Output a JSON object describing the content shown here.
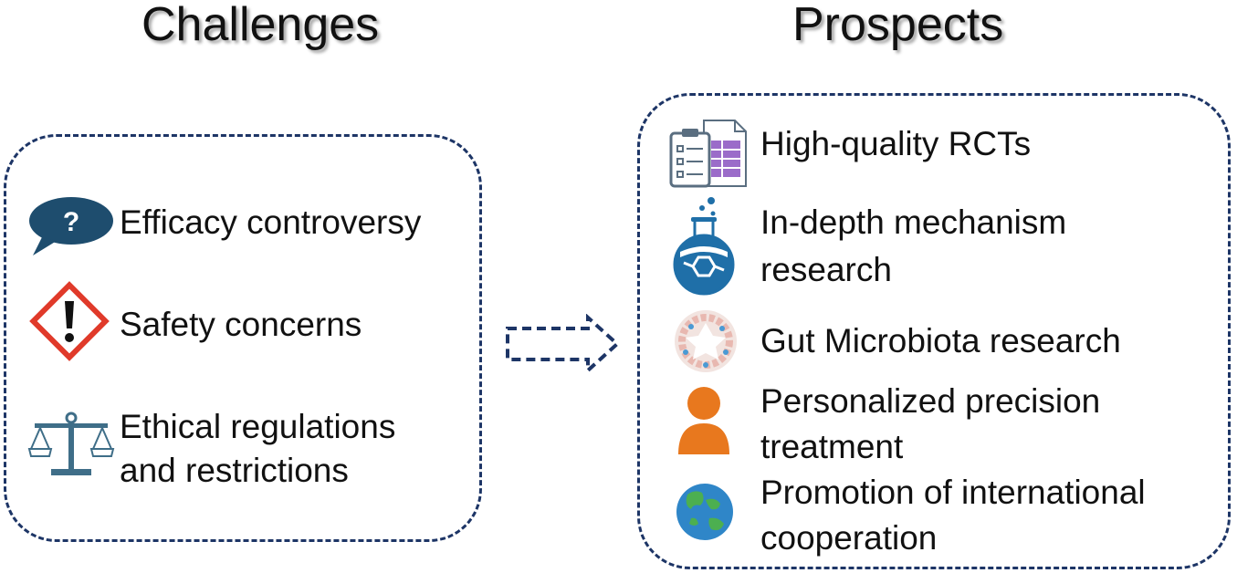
{
  "challenges": {
    "title": "Challenges",
    "items": [
      {
        "icon": "question-bubble-icon",
        "text": "Efficacy controversy"
      },
      {
        "icon": "warning-diamond-icon",
        "text": "Safety concerns"
      },
      {
        "icon": "balance-scale-icon",
        "line1": "Ethical regulations",
        "line2": "and restrictions"
      }
    ]
  },
  "prospects": {
    "title": "Prospects",
    "items": [
      {
        "icon": "clipboard-document-icon",
        "text": "High-quality RCTs"
      },
      {
        "icon": "flask-molecule-icon",
        "line1": "In-depth mechanism",
        "line2": "research"
      },
      {
        "icon": "microbiota-ring-icon",
        "text": "Gut Microbiota research"
      },
      {
        "icon": "person-icon",
        "line1": "Personalized precision",
        "line2": "treatment"
      },
      {
        "icon": "globe-icon",
        "line1": "Promotion of international",
        "line2": "cooperation"
      }
    ]
  },
  "colors": {
    "border": "#1d3566",
    "bubble": "#1e4d6e",
    "warning": "#e03a2a",
    "scale": "#3f6e88",
    "flask": "#1f6fa8",
    "person": "#e8781e",
    "ocean": "#2f86c8",
    "land": "#4caf50"
  }
}
